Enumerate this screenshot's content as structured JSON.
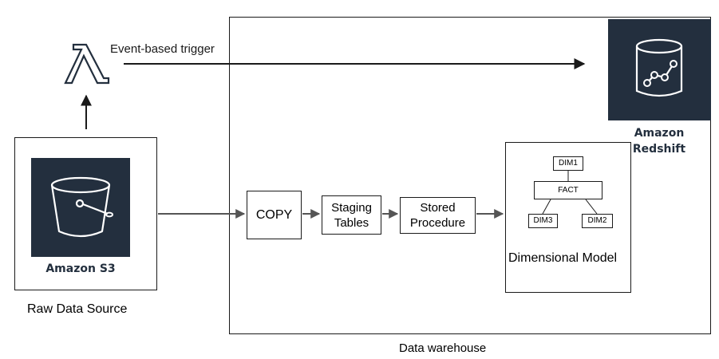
{
  "trigger": {
    "label": "Event-based trigger",
    "icon": "lambda-icon"
  },
  "source": {
    "service": "Amazon S3",
    "caption": "Raw Data Source",
    "icon": "s3-bucket-icon"
  },
  "warehouse": {
    "caption": "Data warehouse"
  },
  "redshift": {
    "line1": "Amazon",
    "line2": "Redshift",
    "icon": "redshift-icon"
  },
  "pipeline": {
    "copy": "COPY",
    "staging_line1": "Staging",
    "staging_line2": "Tables",
    "stored_line1": "Stored",
    "stored_line2": "Procedure"
  },
  "model": {
    "title": "Dimensional Model",
    "dim1": "DIM1",
    "fact": "FACT",
    "dim3": "DIM3",
    "dim2": "DIM2"
  },
  "colors": {
    "aws_dark": "#232f3e",
    "line": "#1a1a1a"
  }
}
